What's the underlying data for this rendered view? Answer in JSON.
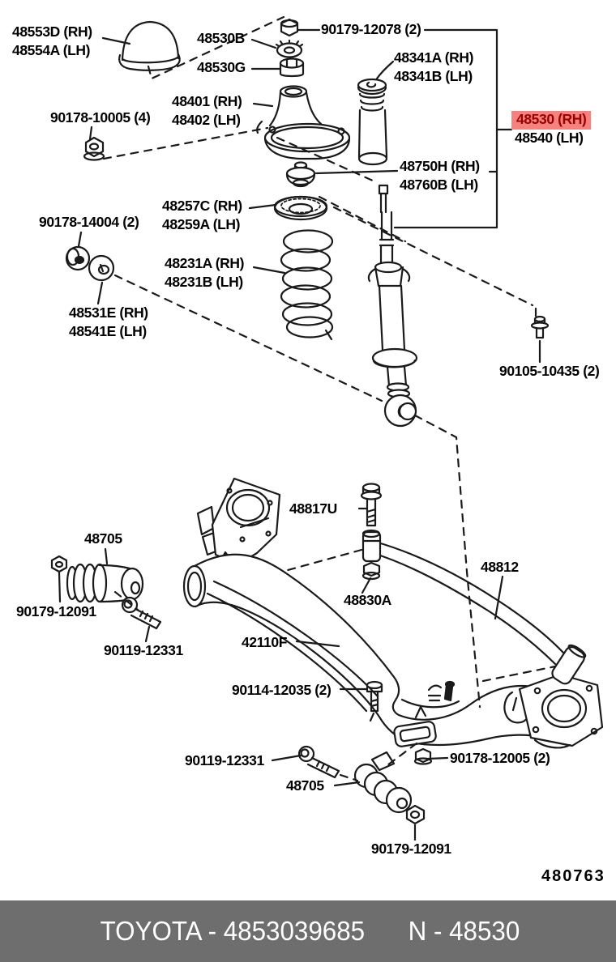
{
  "diagram": {
    "figure_number": "480763",
    "type": "parts-catalog-exploded-view",
    "subject": "rear axle beam and shock absorber assembly"
  },
  "colors": {
    "line": "#1a1a1a",
    "highlight_bg": "#F4827E",
    "highlight_text": "#9A0000",
    "footer_bg": "#6E6E6E",
    "footer_text": "#FFFFFF"
  },
  "labels": {
    "cap_rh": "48553D (RH)",
    "cap_lh": "48554A (LH)",
    "support_washer": "48530B",
    "support_bush": "48530G",
    "nut_12078": "90179-12078 (2)",
    "support_rh": "48401 (RH)",
    "support_lh": "48402 (LH)",
    "nut_10005": "90178-10005 (4)",
    "bumper_rh": "48341A (RH)",
    "bumper_lh": "48341B (LH)",
    "shock_rh": "48530 (RH)",
    "shock_lh": "48540 (LH)",
    "mount_rh": "48750H (RH)",
    "mount_lh": "48760B (LH)",
    "seat_rh": "48257C (RH)",
    "seat_lh": "48259A (LH)",
    "bolt_14004": "90178-14004 (2)",
    "spring_rh": "48231A (RH)",
    "spring_lh": "48231B (LH)",
    "washer_rh": "48531E (RH)",
    "washer_lh": "48541E (LH)",
    "bolt_10435": "90105-10435 (2)",
    "bolt_48817u": "48817U",
    "bushing_front": "48705",
    "nut_12091_front": "90179-12091",
    "bolt_12331_front": "90119-12331",
    "beam": "42110F",
    "link": "48830A",
    "stabilizer": "48812",
    "bolt_12035": "90114-12035 (2)",
    "nut_12005": "90178-12005 (2)",
    "bolt_12331_rear": "90119-12331",
    "bushing_rear": "48705",
    "nut_12091_rear": "90179-12091",
    "figure_number": "480763"
  },
  "footer": {
    "left_text": "TOYOTA - 4853039685",
    "right_text": "N - 48530"
  }
}
